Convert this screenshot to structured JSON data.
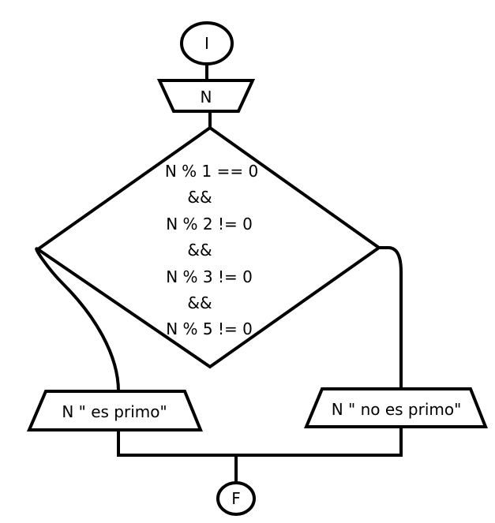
{
  "flowchart": {
    "start_label": "I",
    "input_label": "N",
    "condition_lines": [
      "N % 1 == 0",
      "&&",
      "N % 2 != 0",
      "&&",
      "N % 3 != 0",
      "&&",
      "N % 5 != 0"
    ],
    "output_prime_label": "N \" es primo\"",
    "output_not_prime_label": "N \" no es primo\"",
    "end_label": "F"
  }
}
